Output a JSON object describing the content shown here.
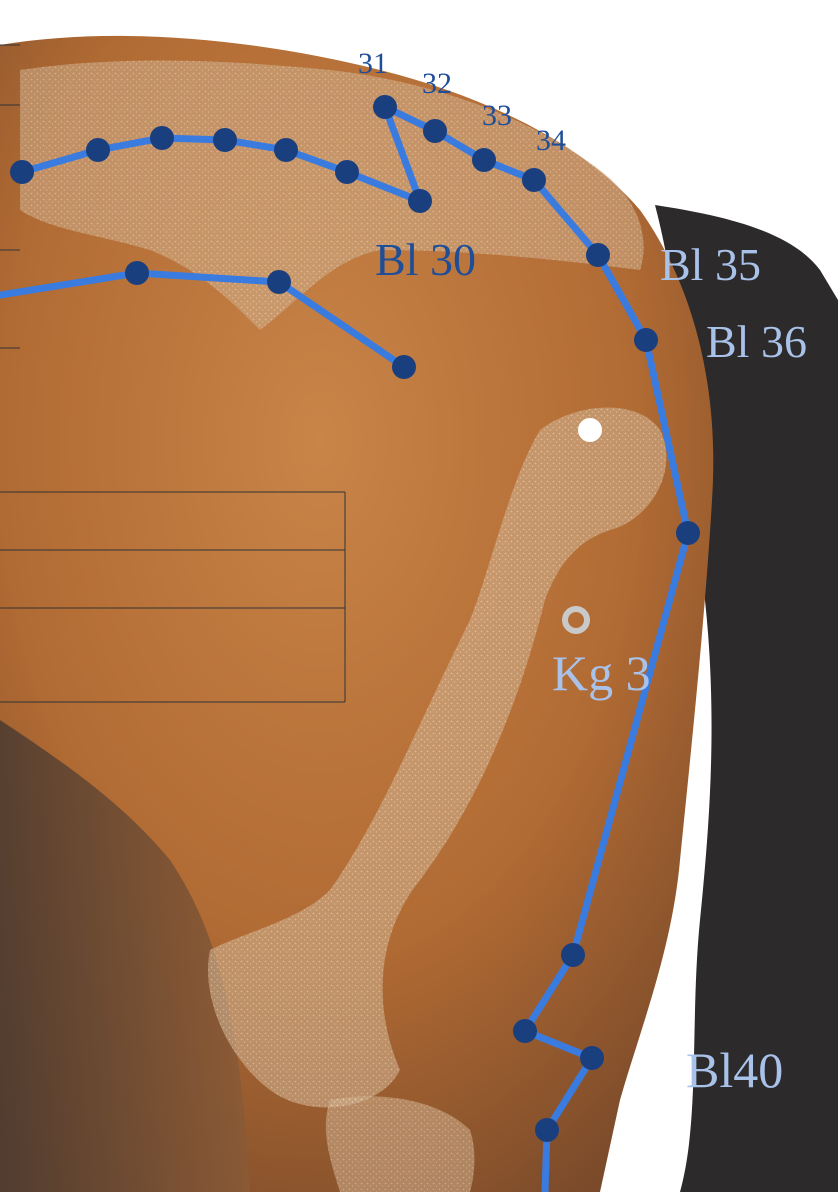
{
  "diagram": {
    "subject": "horse hindquarter bladder meridian acupoints",
    "colors": {
      "meridian_line": "#3a7be0",
      "point_fill": "#1a3f7f",
      "label_dark": "#1f4e99",
      "label_light": "#a9c2ea",
      "coat": "#b8733a",
      "tail": "#2c2a2a",
      "bone": "#d9c2a6"
    },
    "labels": {
      "p31": "31",
      "p32": "32",
      "p33": "33",
      "p34": "34",
      "bl30": "Bl 30",
      "bl35": "Bl 35",
      "bl36": "Bl 36",
      "kg3": "Kg 3",
      "bl40": "Bl40"
    }
  }
}
